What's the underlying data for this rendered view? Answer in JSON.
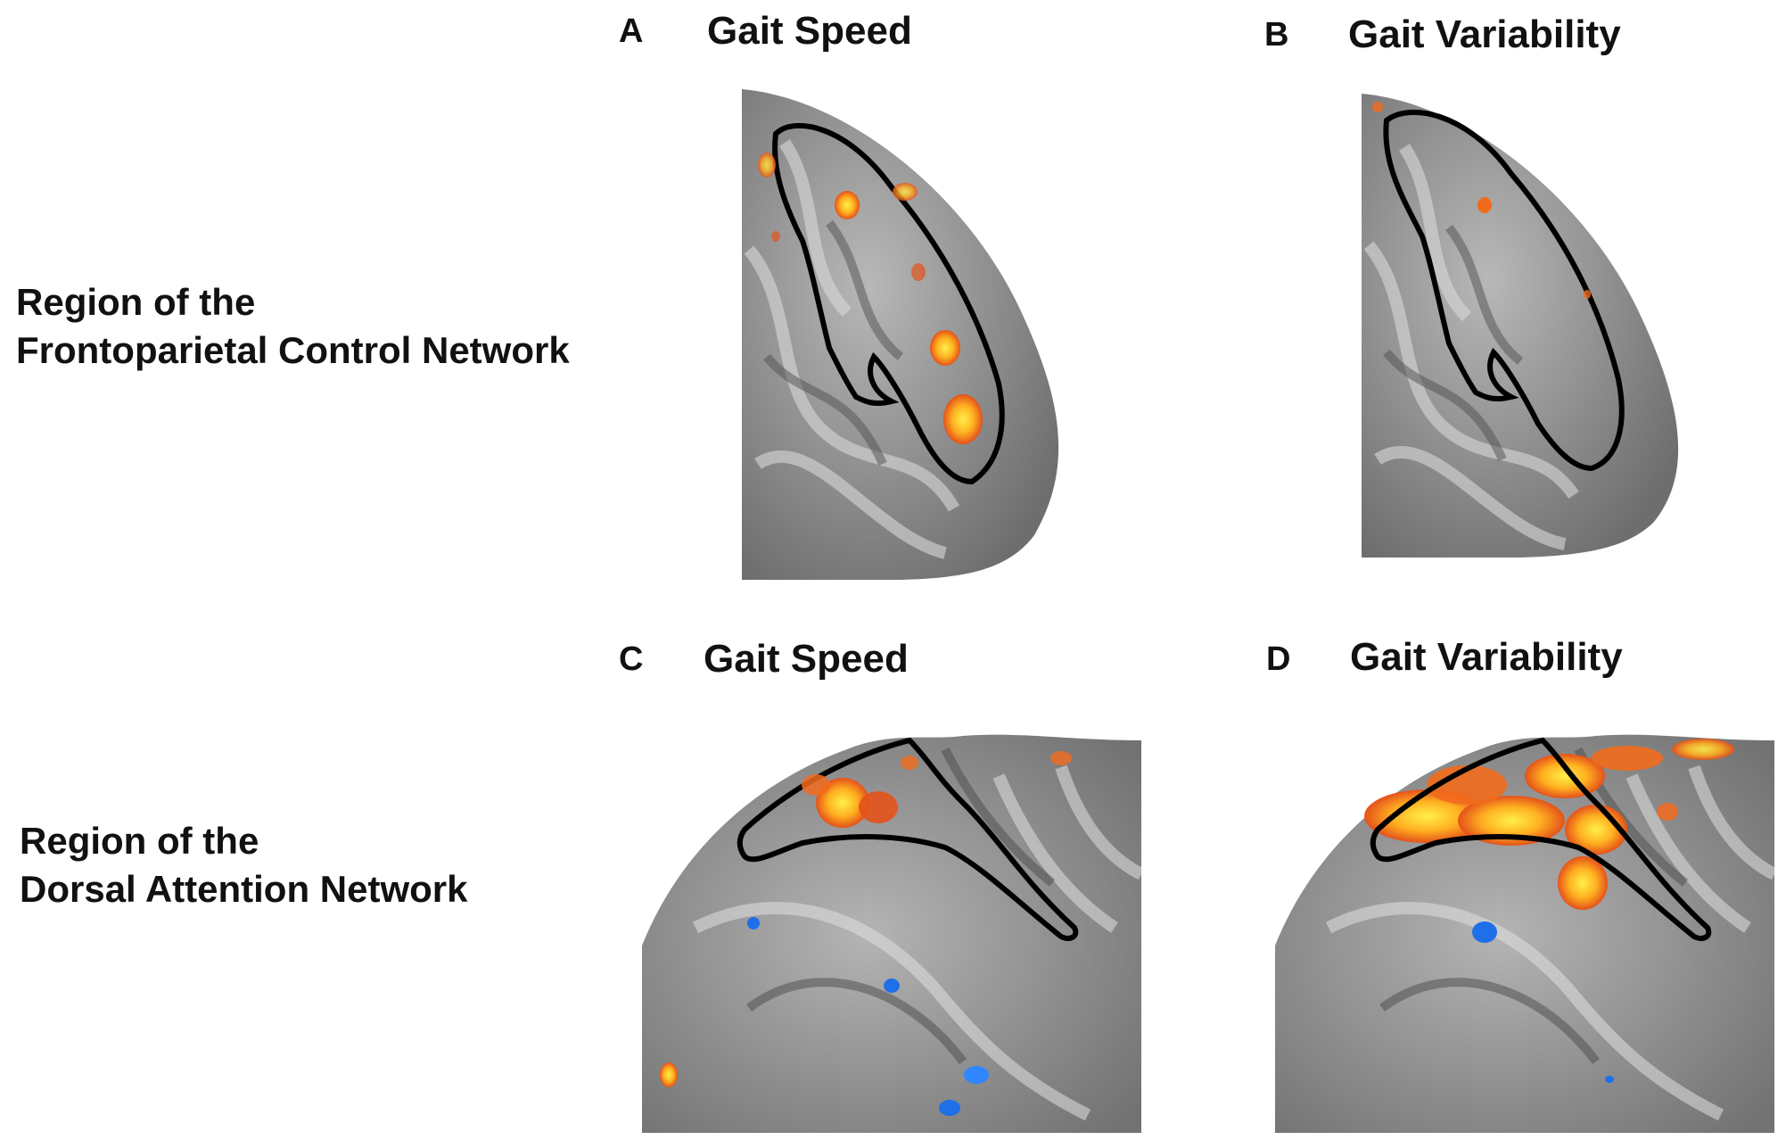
{
  "rows": [
    {
      "label_line1": "Region of the",
      "label_line2": "Frontoparietal Control Network"
    },
    {
      "label_line1": "Region of the",
      "label_line2": "Dorsal Attention Network"
    }
  ],
  "panels": [
    {
      "letter": "A",
      "title": "Gait Speed"
    },
    {
      "letter": "B",
      "title": "Gait Variability"
    },
    {
      "letter": "C",
      "title": "Gait Speed"
    },
    {
      "letter": "D",
      "title": "Gait Variability"
    }
  ],
  "colors": {
    "positive_activation": "#f26b1d",
    "positive_peak": "#ffe63b",
    "negative_activation": "#1e6fe8",
    "outline": "#000000",
    "surface": "#8a8a8a"
  }
}
